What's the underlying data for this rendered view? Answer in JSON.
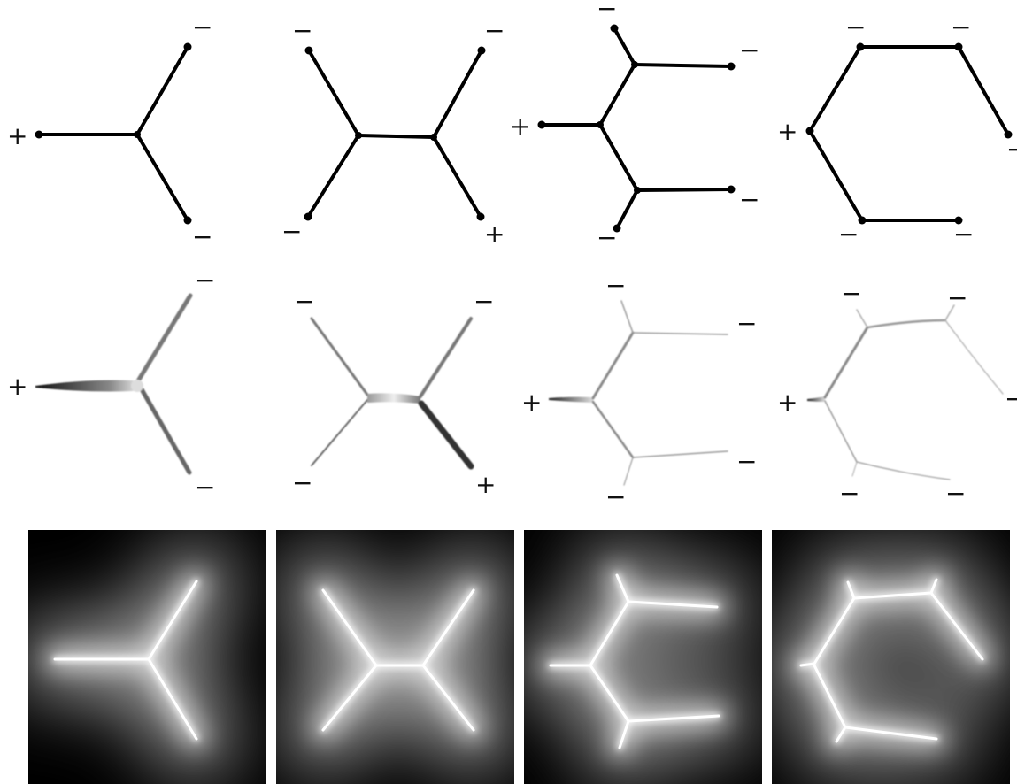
{
  "signs": {
    "plus": "+",
    "minus": "−"
  },
  "panels": [
    {
      "id": "tripod",
      "charges": [
        "+",
        "−",
        "−"
      ]
    },
    {
      "id": "double-branch",
      "charges": [
        "−",
        "−",
        "−",
        "+"
      ]
    },
    {
      "id": "e-shape",
      "charges": [
        "+",
        "−",
        "−",
        "−",
        "−"
      ]
    },
    {
      "id": "open-hexagon",
      "charges": [
        "+",
        "−",
        "−",
        "−",
        "−",
        "−"
      ]
    }
  ],
  "colors": {
    "graph_edge": "#000000",
    "heat_background": "#000000",
    "heat_glow": "#ffffff"
  }
}
